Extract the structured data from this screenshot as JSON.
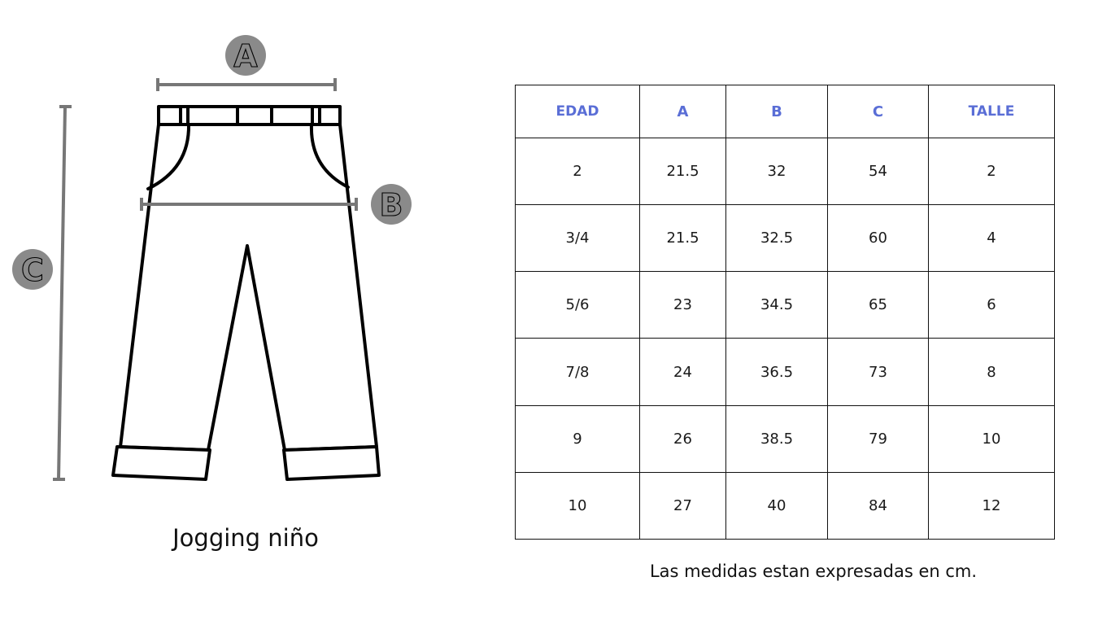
{
  "diagram": {
    "markers": {
      "a": "A",
      "b": "B",
      "c": "C"
    },
    "title": "Jogging niño"
  },
  "table": {
    "headers": [
      "EDAD",
      "A",
      "B",
      "C",
      "TALLE"
    ],
    "rows": [
      [
        "2",
        "21.5",
        "32",
        "54",
        "2"
      ],
      [
        "3/4",
        "21.5",
        "32.5",
        "60",
        "4"
      ],
      [
        "5/6",
        "23",
        "34.5",
        "65",
        "6"
      ],
      [
        "7/8",
        "24",
        "36.5",
        "73",
        "8"
      ],
      [
        "9",
        "26",
        "38.5",
        "79",
        "10"
      ],
      [
        "10",
        "27",
        "40",
        "84",
        "12"
      ]
    ]
  },
  "footnote": "Las medidas estan expresadas en cm.",
  "colors": {
    "header_text": "#5a6ed6",
    "marker_fill": "#8a8a8a",
    "measure_line": "#777777"
  }
}
